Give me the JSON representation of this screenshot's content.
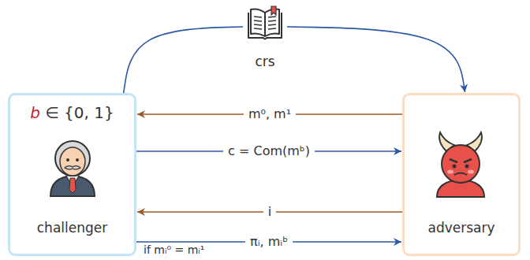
{
  "diagram": {
    "nodes": [
      {
        "text": [
          "crs"
        ]
      },
      {
        "text": [
          "b ∈ {0, 1}",
          "challenger"
        ]
      },
      {
        "text": [
          "adversary"
        ]
      }
    ],
    "edges": [
      {
        "from": 1,
        "to": 0,
        "arrow": "none"
      },
      {
        "from": 0,
        "to": 2,
        "arrow": "to"
      },
      {
        "from": 2,
        "to": 1,
        "label": "m⁰, m¹",
        "arrow": "to"
      },
      {
        "from": 1,
        "to": 2,
        "label": "c = Com(mᵇ)",
        "arrow": "to"
      },
      {
        "from": 2,
        "to": 1,
        "label": "i",
        "arrow": "to"
      },
      {
        "from": 1,
        "to": 2,
        "label": "πᵢ, mᵢᵇ",
        "arrow": "to"
      }
    ],
    "labels": [
      "if mᵢ⁰ = mᵢ¹"
    ]
  }
}
